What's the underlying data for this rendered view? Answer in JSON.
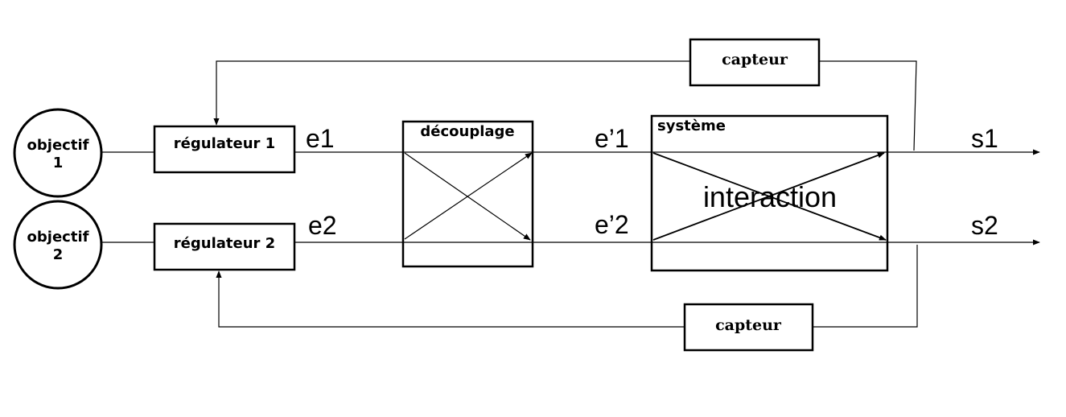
{
  "objectives": [
    {
      "line1": "objectif",
      "line2": "1"
    },
    {
      "line1": "objectif",
      "line2": "2"
    }
  ],
  "regulators": [
    "régulateur 1",
    "régulateur 2"
  ],
  "decoupling": {
    "label": "découplage"
  },
  "system": {
    "label": "système",
    "inner_label": "interaction"
  },
  "sensors": [
    "capteur",
    "capteur"
  ],
  "signals": {
    "e1": "e1",
    "e2": "e2",
    "e1_prime": "e’1",
    "e2_prime": "e’2",
    "s1": "s1",
    "s2": "s2"
  }
}
